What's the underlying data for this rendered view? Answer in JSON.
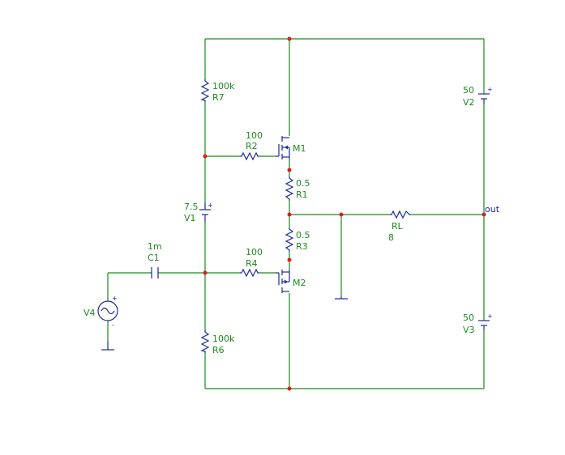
{
  "components": {
    "R7": {
      "name": "R7",
      "value": "100k"
    },
    "R2": {
      "name": "R2",
      "value": "100"
    },
    "M1": {
      "name": "M1"
    },
    "R1": {
      "name": "R1",
      "value": "0.5"
    },
    "V1": {
      "name": "V1",
      "value": "7.5"
    },
    "R3": {
      "name": "R3",
      "value": "0.5"
    },
    "C1": {
      "name": "C1",
      "value": "1m"
    },
    "R4": {
      "name": "R4",
      "value": "100"
    },
    "M2": {
      "name": "M2"
    },
    "V4": {
      "name": "V4"
    },
    "R6": {
      "name": "R6",
      "value": "100k"
    },
    "RL": {
      "name": "RL",
      "value": "8"
    },
    "V2": {
      "name": "V2",
      "value": "50"
    },
    "V3": {
      "name": "V3",
      "value": "50"
    }
  },
  "nets": {
    "out": "out"
  },
  "colors": {
    "wire": "#1c8a1c",
    "component": "#1a2a9c",
    "junction": "#d42020"
  }
}
